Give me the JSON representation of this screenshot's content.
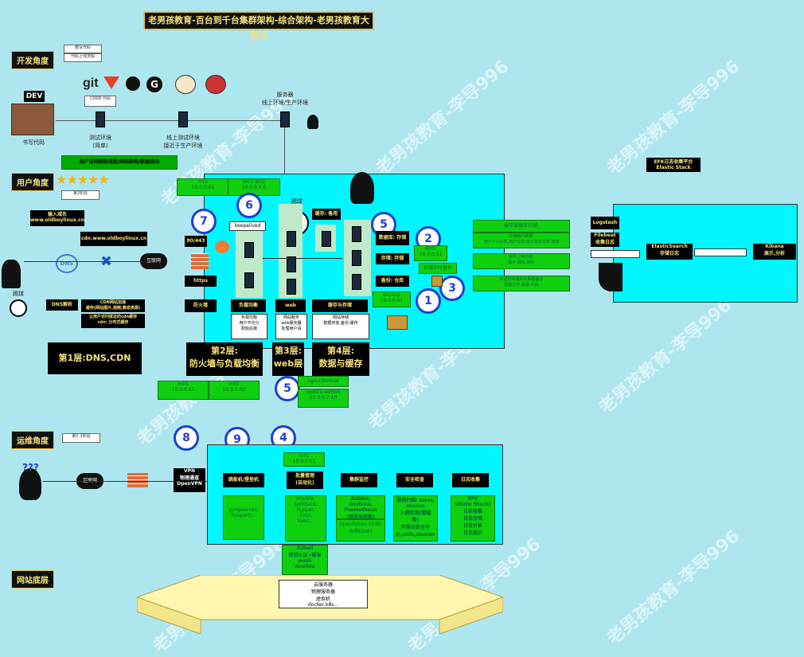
{
  "title": "老男孩教育-百台到千台集群架构-综合架构-老男孩教育大酒店",
  "sections": {
    "dev": "开发角度",
    "user": "用户角度",
    "ops": "运维角度",
    "base": "网站底层"
  },
  "dev": {
    "note1": "要写代码",
    "note2": "代码上线流程",
    "dev_label": "DEV",
    "coder": "书写代码",
    "code_note": "CODE\n代码",
    "git_text": "git",
    "test_env": "测试环境\n(简单)",
    "preprod_env": "线上测试环境\n接近于生产环境",
    "prod_env": "服务器\n线上环境/生产环境"
  },
  "user": {
    "flow_title": "用户访问网站流程/网站架构/数据流向",
    "note": "第2阶段",
    "domain_box": "输入域名\nwww.oldboylinux.cn",
    "cdn_box": "cdn.www.oldboylinux.cn",
    "dns_label": "DNS",
    "internet": "互联网",
    "ball_label": "踢球",
    "dns_parse": "DNS解析",
    "cdn_accel": "CDN网站加速\n缓存(网站图片,视频,静态资源)",
    "cdn_more": "让用户访问就近的cdn缓存\ncdn: 分布式缓存",
    "layer1": "第1层:DNS,CDN",
    "layer2": "第2层:\n防火墙与负载均衡",
    "layer3": "第3层:\nweb层",
    "layer4": "第4层:\n数据与缓存",
    "m01_top": "m01\n10.0.0.61",
    "lb_top": "lb01 lb02\n10.0.0.5 6",
    "keepalived": "keepalived",
    "port": "80/443",
    "https": "https",
    "firewall": "防火墙",
    "lb": "负载均衡",
    "lb_desc": "负载均衡\n用户平均分\n配给后端",
    "web": "web",
    "web_desc": "网站服务\nweb服务器\n处理用户请",
    "cache_store": "缓存与存储",
    "cache_desc": "网站存储\n数据存放,备份,缓存",
    "cache_label": "缓存: 备用",
    "db": "数据库: 存储",
    "storage": "存储: 存储",
    "backup_store": "备份: 仓库",
    "db01": "db01\n10.0.0.51",
    "store_realtime": "存储实时备份",
    "backup_ip": "backup\n10.0.0.41",
    "m01_bottom": "m01\n10.0.0.61",
    "m02_bottom": "m02\n10.0.0.62",
    "nginx": "nginx/tomcat",
    "web_range": "web01-web04\n10.0.0.7-10",
    "cache_info": "缓存数据库存储:",
    "info1": "存储用户数据:\n用户个人信息,用户订单,用户发布文章,物流",
    "info2": "用户上传内容:\n图片,视频,附件",
    "info3": "存储所有服务的数据备份\n配置文件,数据,代码"
  },
  "efk": {
    "title": "EFK日志收集平台\nElastic Stack",
    "logstash": "Logstash",
    "filebeat": "Filebeat\n收集日志",
    "es": "ElasticSearch\n存储日志",
    "kibana": "Kibana\n展示,分析"
  },
  "ops": {
    "note": "第2-3阶段",
    "internet": "互联网",
    "vpn": "VPN\n物理通道\nOpenVPN",
    "jump": "跳板机/堡垒机",
    "batch": "批量管理\n(自动化)",
    "monitor": "集群监控",
    "security": "安全检查",
    "log": "日志收集",
    "m01": "m01\n10.0.0.61",
    "jump_desc": "Jumpserver/\nTeleport/...",
    "batch_desc": "Ansible,\nSaltstack,\nPuppet,\nChef,\nFabri...",
    "monitor_desc": "Zabbix,\nGrafana,\nPrometheus\n(普罗米修斯)",
    "monitor_desc2": "OpenFalcon (小米)\n云哨(Didi)",
    "security_desc": "漏洞扫描: awvs,\nnessus\n入侵检测(蜜罐\n等)\n阿里云安全中\n心,aide,clamav",
    "log_desc": "EFK\n(Elatic Stack)\n日志收集\n日志存储\n日志分析\n日志展示",
    "xshell": "Xshell\n密钥认证+脚本\npush\nAnsible"
  },
  "base": {
    "cloud": "云服务器\n物理服务器\n虚拟机\ndocker,k8s..."
  },
  "badges": [
    "7",
    "6",
    "5",
    "2",
    "3",
    "1",
    "5",
    "8",
    "9",
    "4"
  ],
  "watermark": "老男孩教育-李导996",
  "colors": {
    "bg": "#aee6ef",
    "cyan": "#00f7ff",
    "green": "#0fd00f",
    "gold": "#f5e27a",
    "blue": "#1f3fd0"
  }
}
